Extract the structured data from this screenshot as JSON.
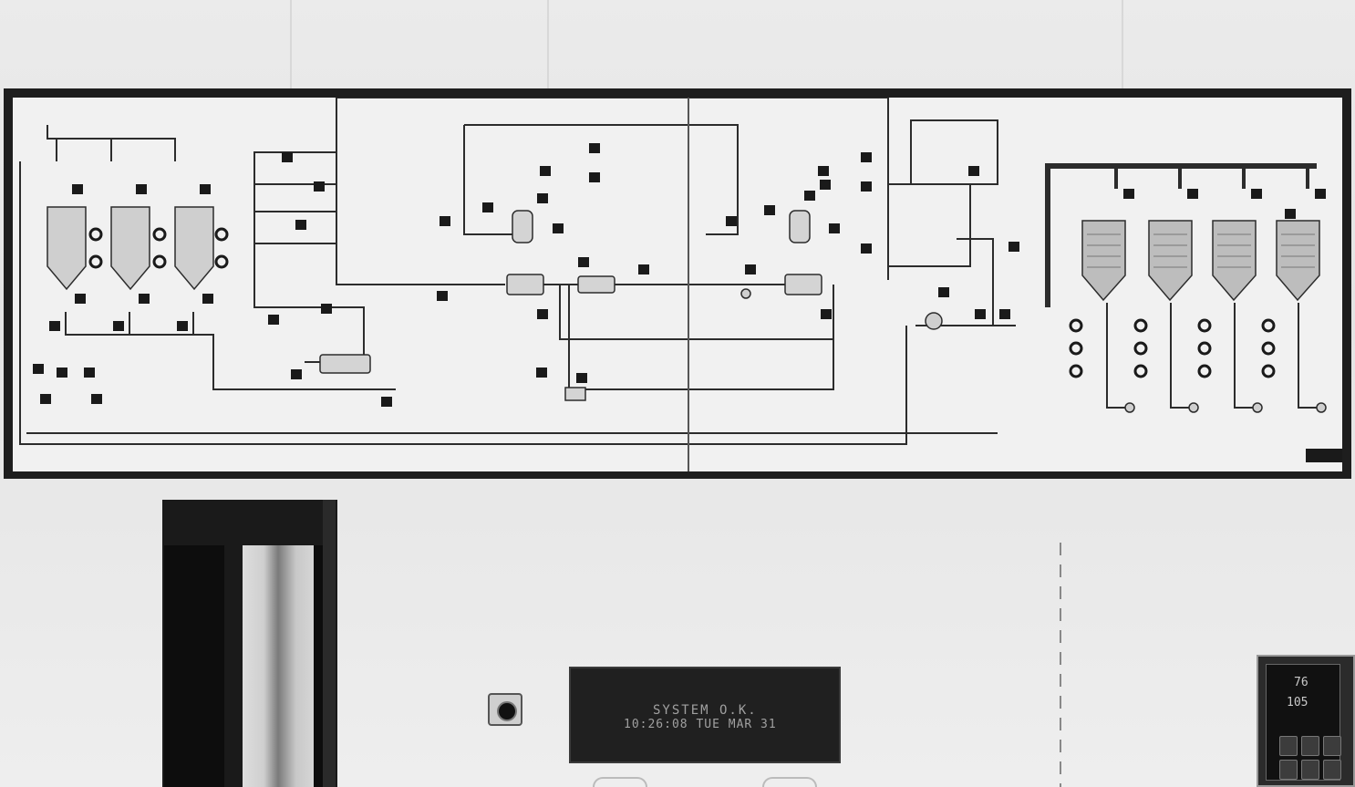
{
  "scene": "control room mimic panel with operator console",
  "mimic_panel": {
    "storage_silos": 3,
    "reactors": 2,
    "crystallizers": 4
  },
  "console": {
    "display_line1": "SYSTEM O.K.",
    "display_line2": "10:26:08 TUE MAR 31"
  },
  "controller": {
    "readout_top": "76",
    "readout_bottom": "105"
  },
  "colors": {
    "panel_frame": "#1e1e1e",
    "panel_face": "#f1f1f1",
    "line_work": "#2c2c2c",
    "wall": "#e9e9e9"
  }
}
